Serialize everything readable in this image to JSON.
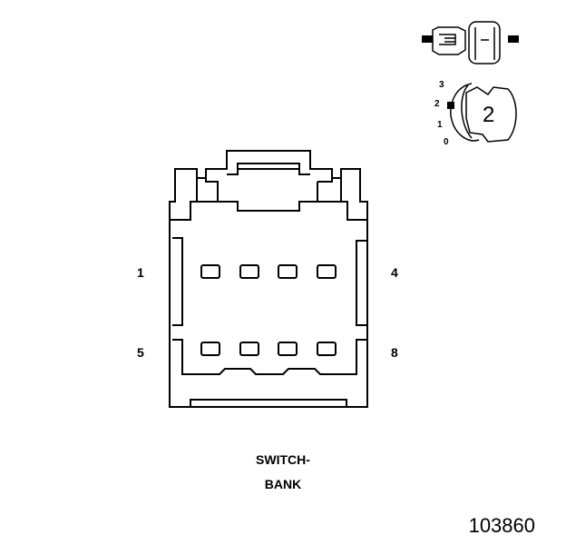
{
  "pins": {
    "top_left": "1",
    "top_right": "4",
    "bottom_left": "5",
    "bottom_right": "8"
  },
  "caption": {
    "line1": "SWITCH-",
    "line2": "BANK"
  },
  "figure_number": "103860",
  "key_icon": {
    "positions": [
      "3",
      "2",
      "1",
      "0"
    ],
    "selected": "2"
  }
}
